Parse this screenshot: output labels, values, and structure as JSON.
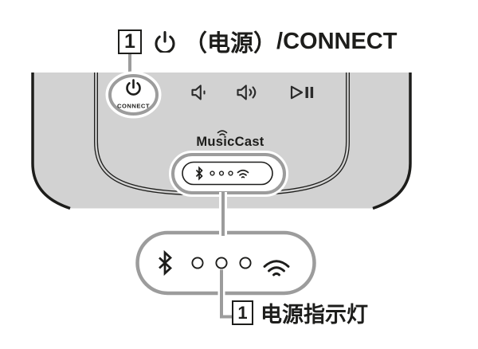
{
  "colors": {
    "panel_gray": "#d2d2d2",
    "callout_gray": "#9c9c9c",
    "ink": "#1d1d1b",
    "icon_gray": "#2b2b2b",
    "white": "#ffffff"
  },
  "top_callout": {
    "index": "1",
    "power_icon": "power-icon",
    "label_zh": "（电源）",
    "label_en": "/CONNECT"
  },
  "panel": {
    "connect_button_label": "CONNECT",
    "logo": "MusicCast",
    "buttons": [
      "power-connect",
      "volume-down",
      "volume-up",
      "play-pause"
    ],
    "indicator_icons": [
      "bluetooth",
      "dot",
      "dot",
      "dot",
      "wifi"
    ]
  },
  "zoom_inset": {
    "indicator_icons": [
      "bluetooth",
      "dot",
      "dot",
      "dot",
      "wifi"
    ]
  },
  "bottom_callout": {
    "index": "1",
    "label": "电源指示灯"
  }
}
